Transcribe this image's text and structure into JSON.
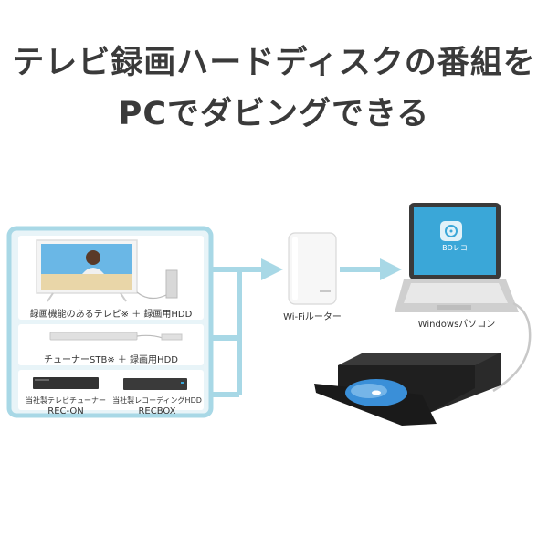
{
  "headline": {
    "line1": "テレビ録画ハードディスクの番組を",
    "line2": "PCでダビングできる"
  },
  "sources": {
    "tv_label": "録画機能のあるテレビ※ ＋ 録画用HDD",
    "stb_label": "チューナーSTB※ ＋ 録画用HDD",
    "rec_on_desc": "当社製テレビチューナー",
    "rec_on_name": "REC-ON",
    "recbox_desc": "当社製レコーディングHDD",
    "recbox_name": "RECBOX"
  },
  "router": {
    "label": "Wi-Fiルーター"
  },
  "pc": {
    "label": "Windowsパソコン",
    "app_name": "BDレコ"
  },
  "colors": {
    "panel_border": "#a8d8e6",
    "panel_fill": "#e8f4f8",
    "arrow": "#a8d8e6",
    "screen": "#3aa7d8"
  }
}
